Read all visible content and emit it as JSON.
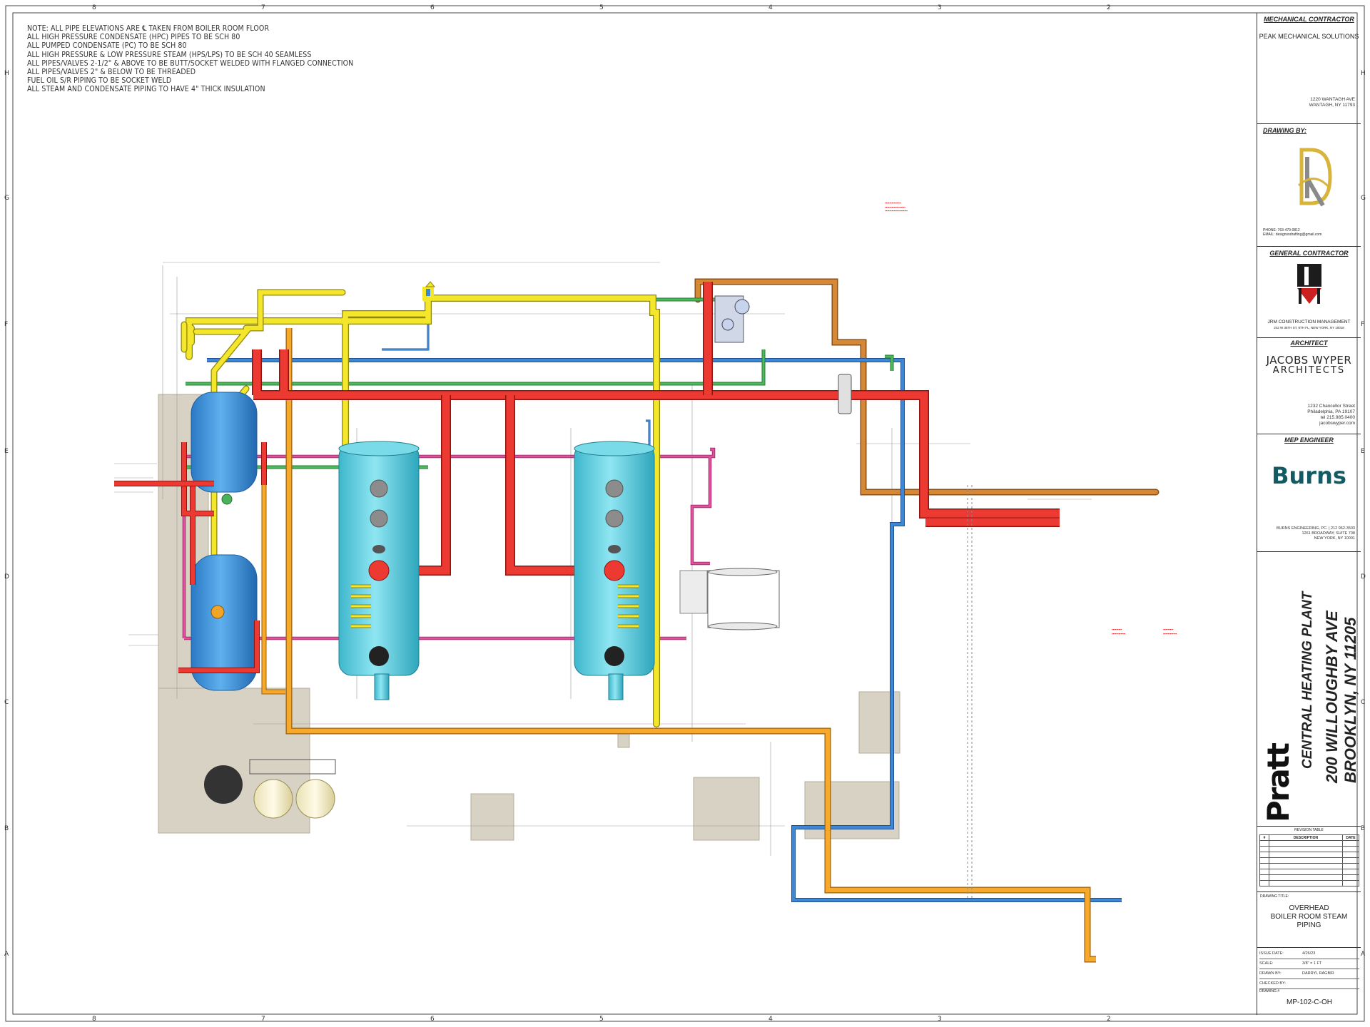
{
  "notes": [
    "NOTE: ALL PIPE ELEVATIONS ARE ℄ TAKEN FROM BOILER ROOM FLOOR",
    "ALL HIGH PRESSURE CONDENSATE (HPC) PIPES TO BE SCH 80",
    "ALL PUMPED CONDENSATE (PC) TO BE SCH 80",
    "ALL HIGH PRESSURE & LOW PRESSURE STEAM (HPS/LPS) TO BE SCH 40 SEAMLESS",
    "ALL PIPES/VALVES 2-1/2\" & ABOVE TO BE BUTT/SOCKET WELDED WITH FLANGED CONNECTION",
    "ALL PIPES/VALVES 2\" & BELOW TO BE THREADED",
    "FUEL OIL S/R PIPING TO BE SOCKET WELD",
    "ALL STEAM AND CONDENSATE PIPING TO HAVE 4\" THICK INSULATION"
  ],
  "grid": {
    "columns": [
      "8",
      "7",
      "6",
      "5",
      "4",
      "3",
      "2"
    ],
    "rows": [
      "H",
      "G",
      "F",
      "E",
      "D",
      "C",
      "B",
      "A"
    ]
  },
  "title_block": {
    "mechanical_contractor_heading": "MECHANICAL CONTRACTOR",
    "mechanical_contractor_name": "PEAK MECHANICAL SOLUTIONS",
    "mechanical_contractor_address": [
      "1220 WANTAGH AVE",
      "WANTAGH, NY 11793"
    ],
    "drawing_by_heading": "DRAWING BY:",
    "drawing_by_contact": [
      "PHONE: 763-479-0812",
      "EMAIL: designsndrafting@gmail.com"
    ],
    "general_contractor_heading": "GENERAL CONTRACTOR",
    "general_contractor_name": "JRM CONSTRUCTION MANAGEMENT",
    "general_contractor_address": "242 W 36TH ST, 8TH FL, NEW YORK, NY 10018",
    "architect_heading": "ARCHITECT",
    "architect_name_1": "JACOBS WYPER",
    "architect_name_2": "ARCHITECTS",
    "architect_address": [
      "1232 Chancellor Street",
      "Philadelphia, PA 19107",
      "tel 215.985.0400",
      "jacobswyper.com"
    ],
    "mep_heading": "MEP ENGINEER",
    "mep_logo": "Burns",
    "mep_address": [
      "BURNS ENGINEERING, PC. | 212 962-3503",
      "1261 BROADWAY, SUITE 708",
      "NEW YORK, NY 10001"
    ],
    "client_logo": "Pratt",
    "project_name": "CENTRAL HEATING PLANT",
    "project_address_1": "200 WILLOUGHBY AVE",
    "project_address_2": "BROOKLYN, NY 11205",
    "revision_table_heading": "REVISION TABLE",
    "revision_columns": [
      "#",
      "DESCRIPTION",
      "DATE"
    ],
    "drawing_title_label": "DRAWING TITLE:",
    "drawing_title": [
      "OVERHEAD",
      "BOILER ROOM STEAM",
      "PIPING"
    ],
    "issue_date_label": "ISSUE DATE:",
    "issue_date": "4/26/23",
    "scale_label": "SCALE:",
    "scale": "3/8\" = 1 FT",
    "drawn_by_label": "DRAWN BY:",
    "drawn_by": "DARRYL RAGBIR",
    "checked_by_label": "CHECKED BY:",
    "drawing_number_label": "DRAWING #",
    "drawing_number": "MP-102-C-OH"
  },
  "colors": {
    "steam_red": "#e8352e",
    "condensate_yellow": "#f2e21b",
    "blue_line": "#2f6fc0",
    "green_line": "#3ca64a",
    "magenta_line": "#d63a8c",
    "orange_line": "#f2a21e",
    "copper_line": "#c9782e",
    "boiler_teal": "#5fd0e0",
    "tank_blue": "#3b8fd6",
    "concrete": "#d8d2c4"
  }
}
